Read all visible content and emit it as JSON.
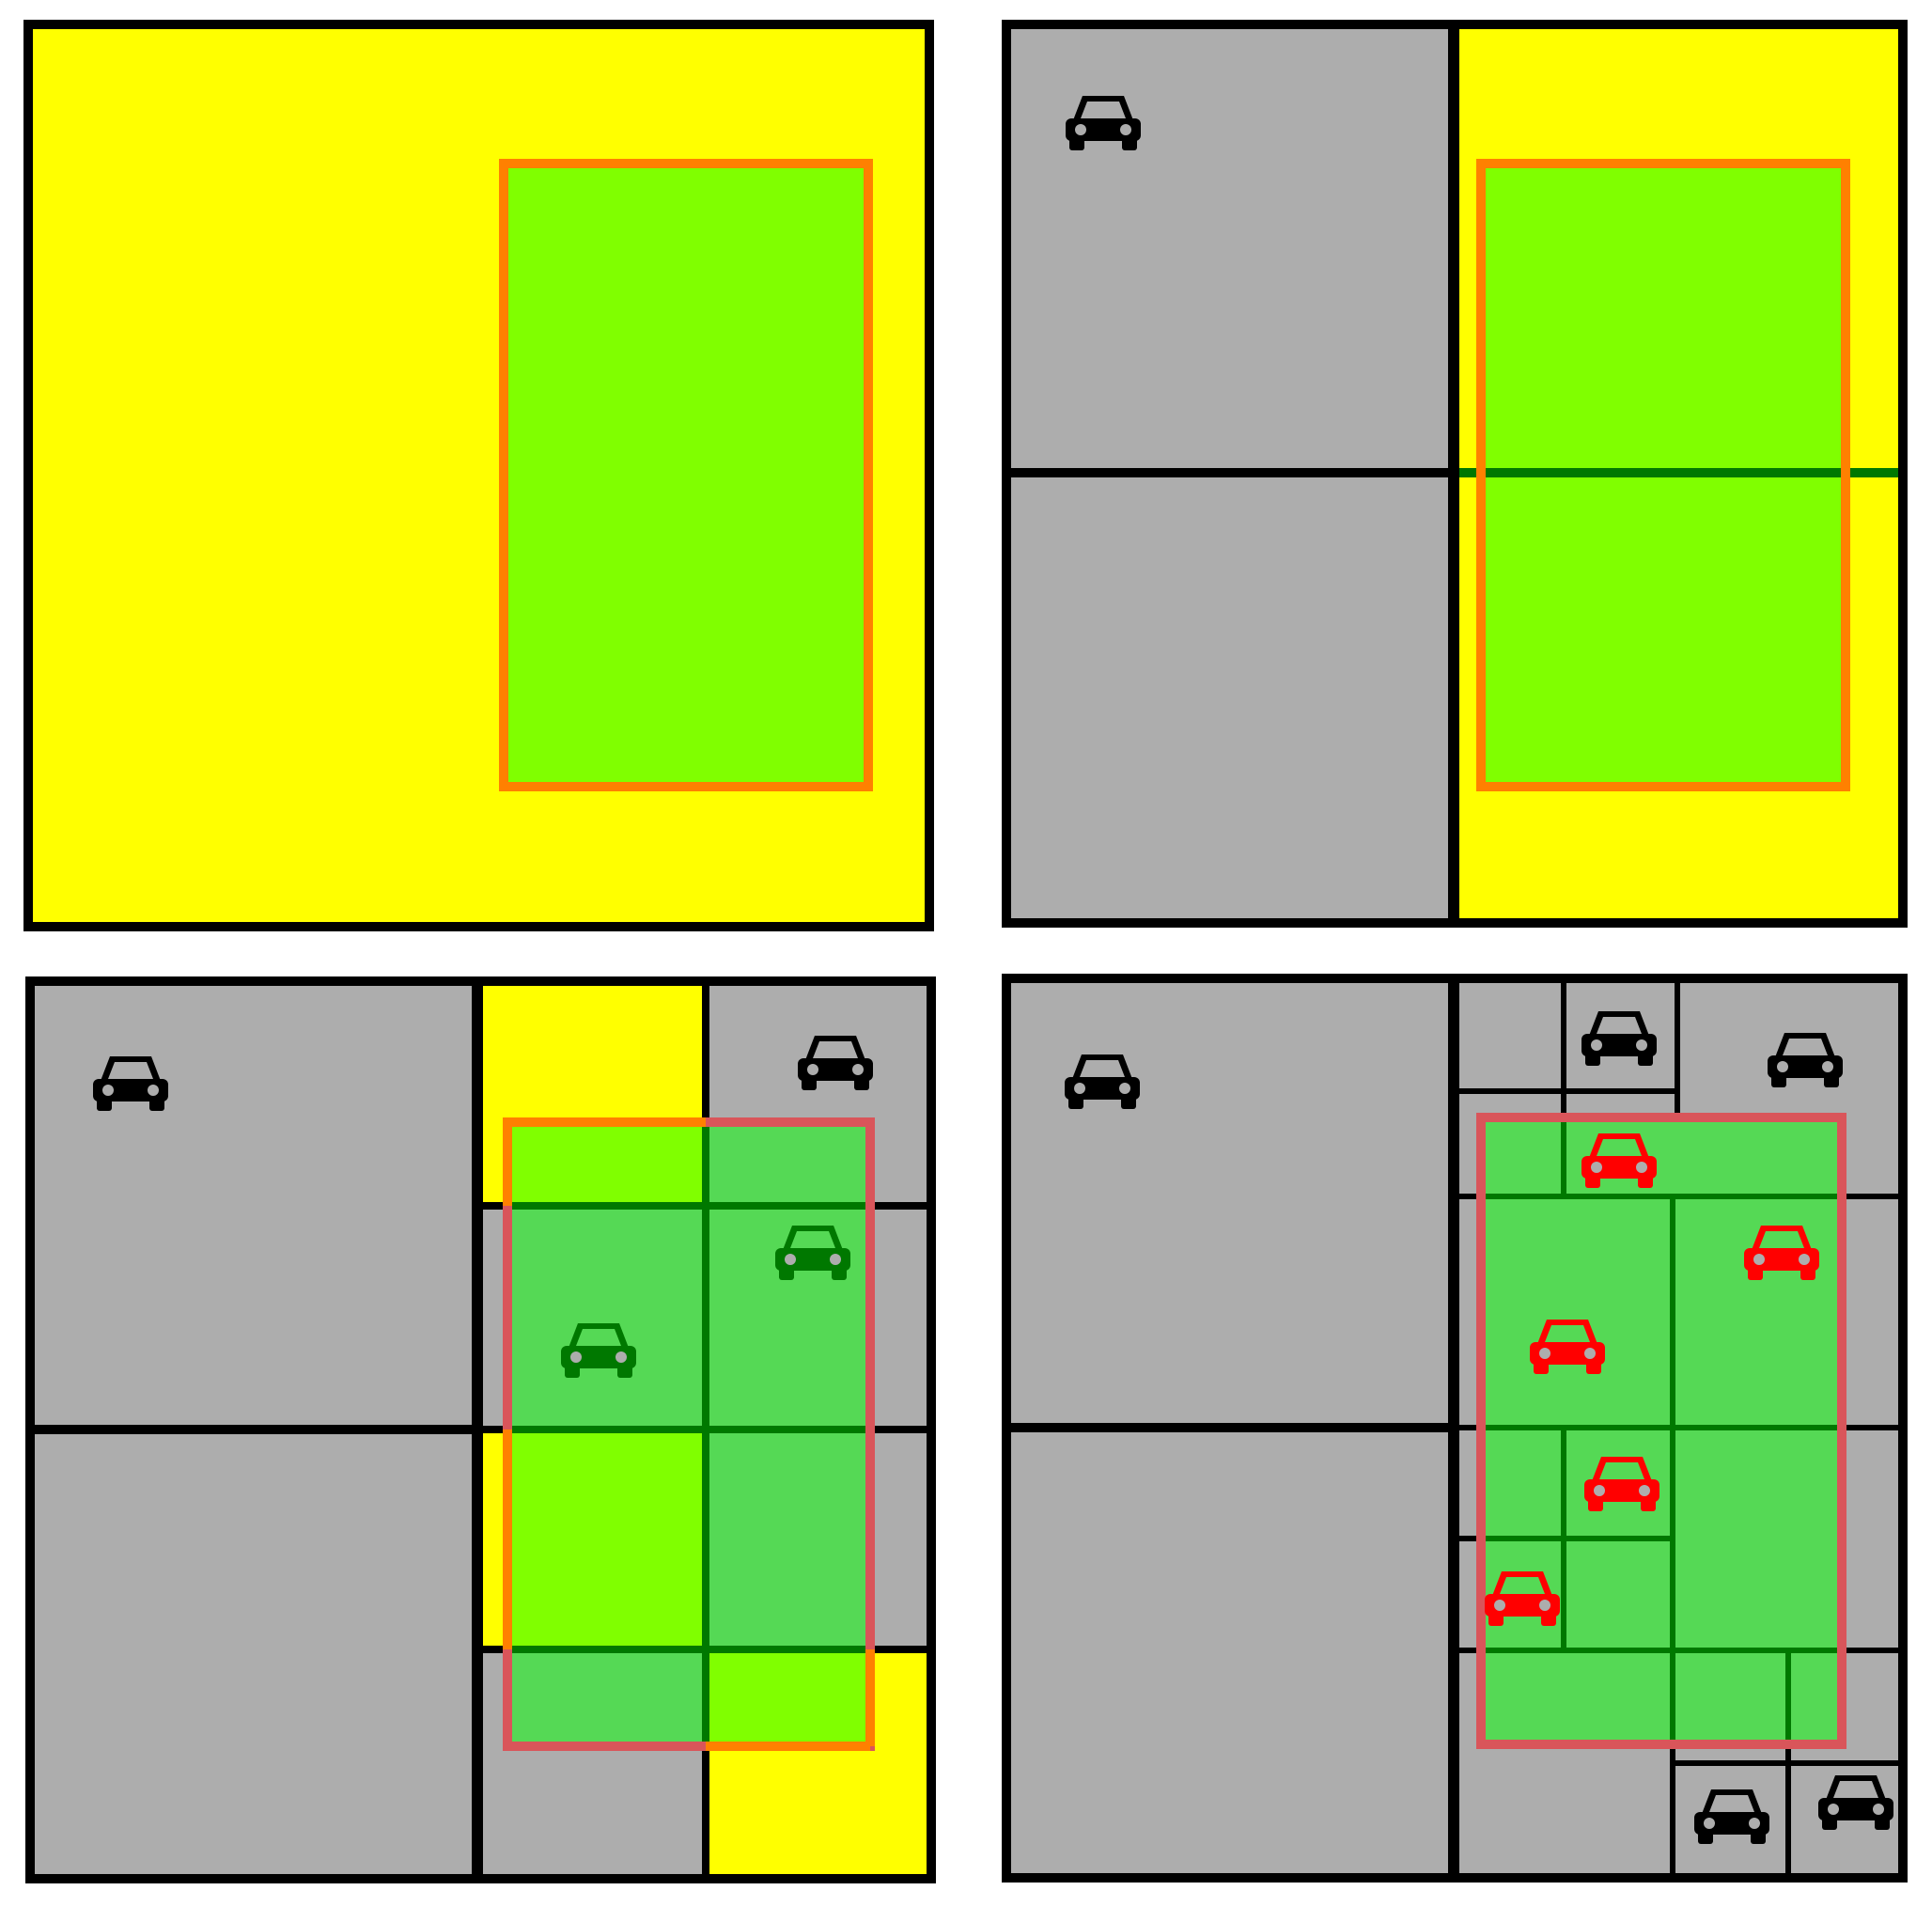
{
  "colors": {
    "yellow": "#ffff00",
    "lime": "#80ff00",
    "gray": "#adadad",
    "green_overlay": "#55d955",
    "border": "#000000",
    "query_outline": "#ff8000",
    "query_outline_faded": "#d9555a",
    "car_black": "#000000",
    "car_green": "#007800",
    "car_red": "#ff0000"
  },
  "icons": {
    "car": "car-icon"
  },
  "panels": [
    {
      "name": "panel-step-1",
      "description_hidden": true,
      "cars": []
    },
    {
      "name": "panel-step-2",
      "cars": [
        {
          "color": "black"
        }
      ]
    },
    {
      "name": "panel-step-3",
      "cars": [
        {
          "color": "black"
        },
        {
          "color": "black"
        },
        {
          "color": "green"
        },
        {
          "color": "green"
        }
      ]
    },
    {
      "name": "panel-step-4",
      "cars": [
        {
          "color": "black"
        },
        {
          "color": "black"
        },
        {
          "color": "black"
        },
        {
          "color": "red"
        },
        {
          "color": "red"
        },
        {
          "color": "red"
        },
        {
          "color": "red"
        },
        {
          "color": "red"
        },
        {
          "color": "black"
        },
        {
          "color": "black"
        }
      ]
    }
  ]
}
